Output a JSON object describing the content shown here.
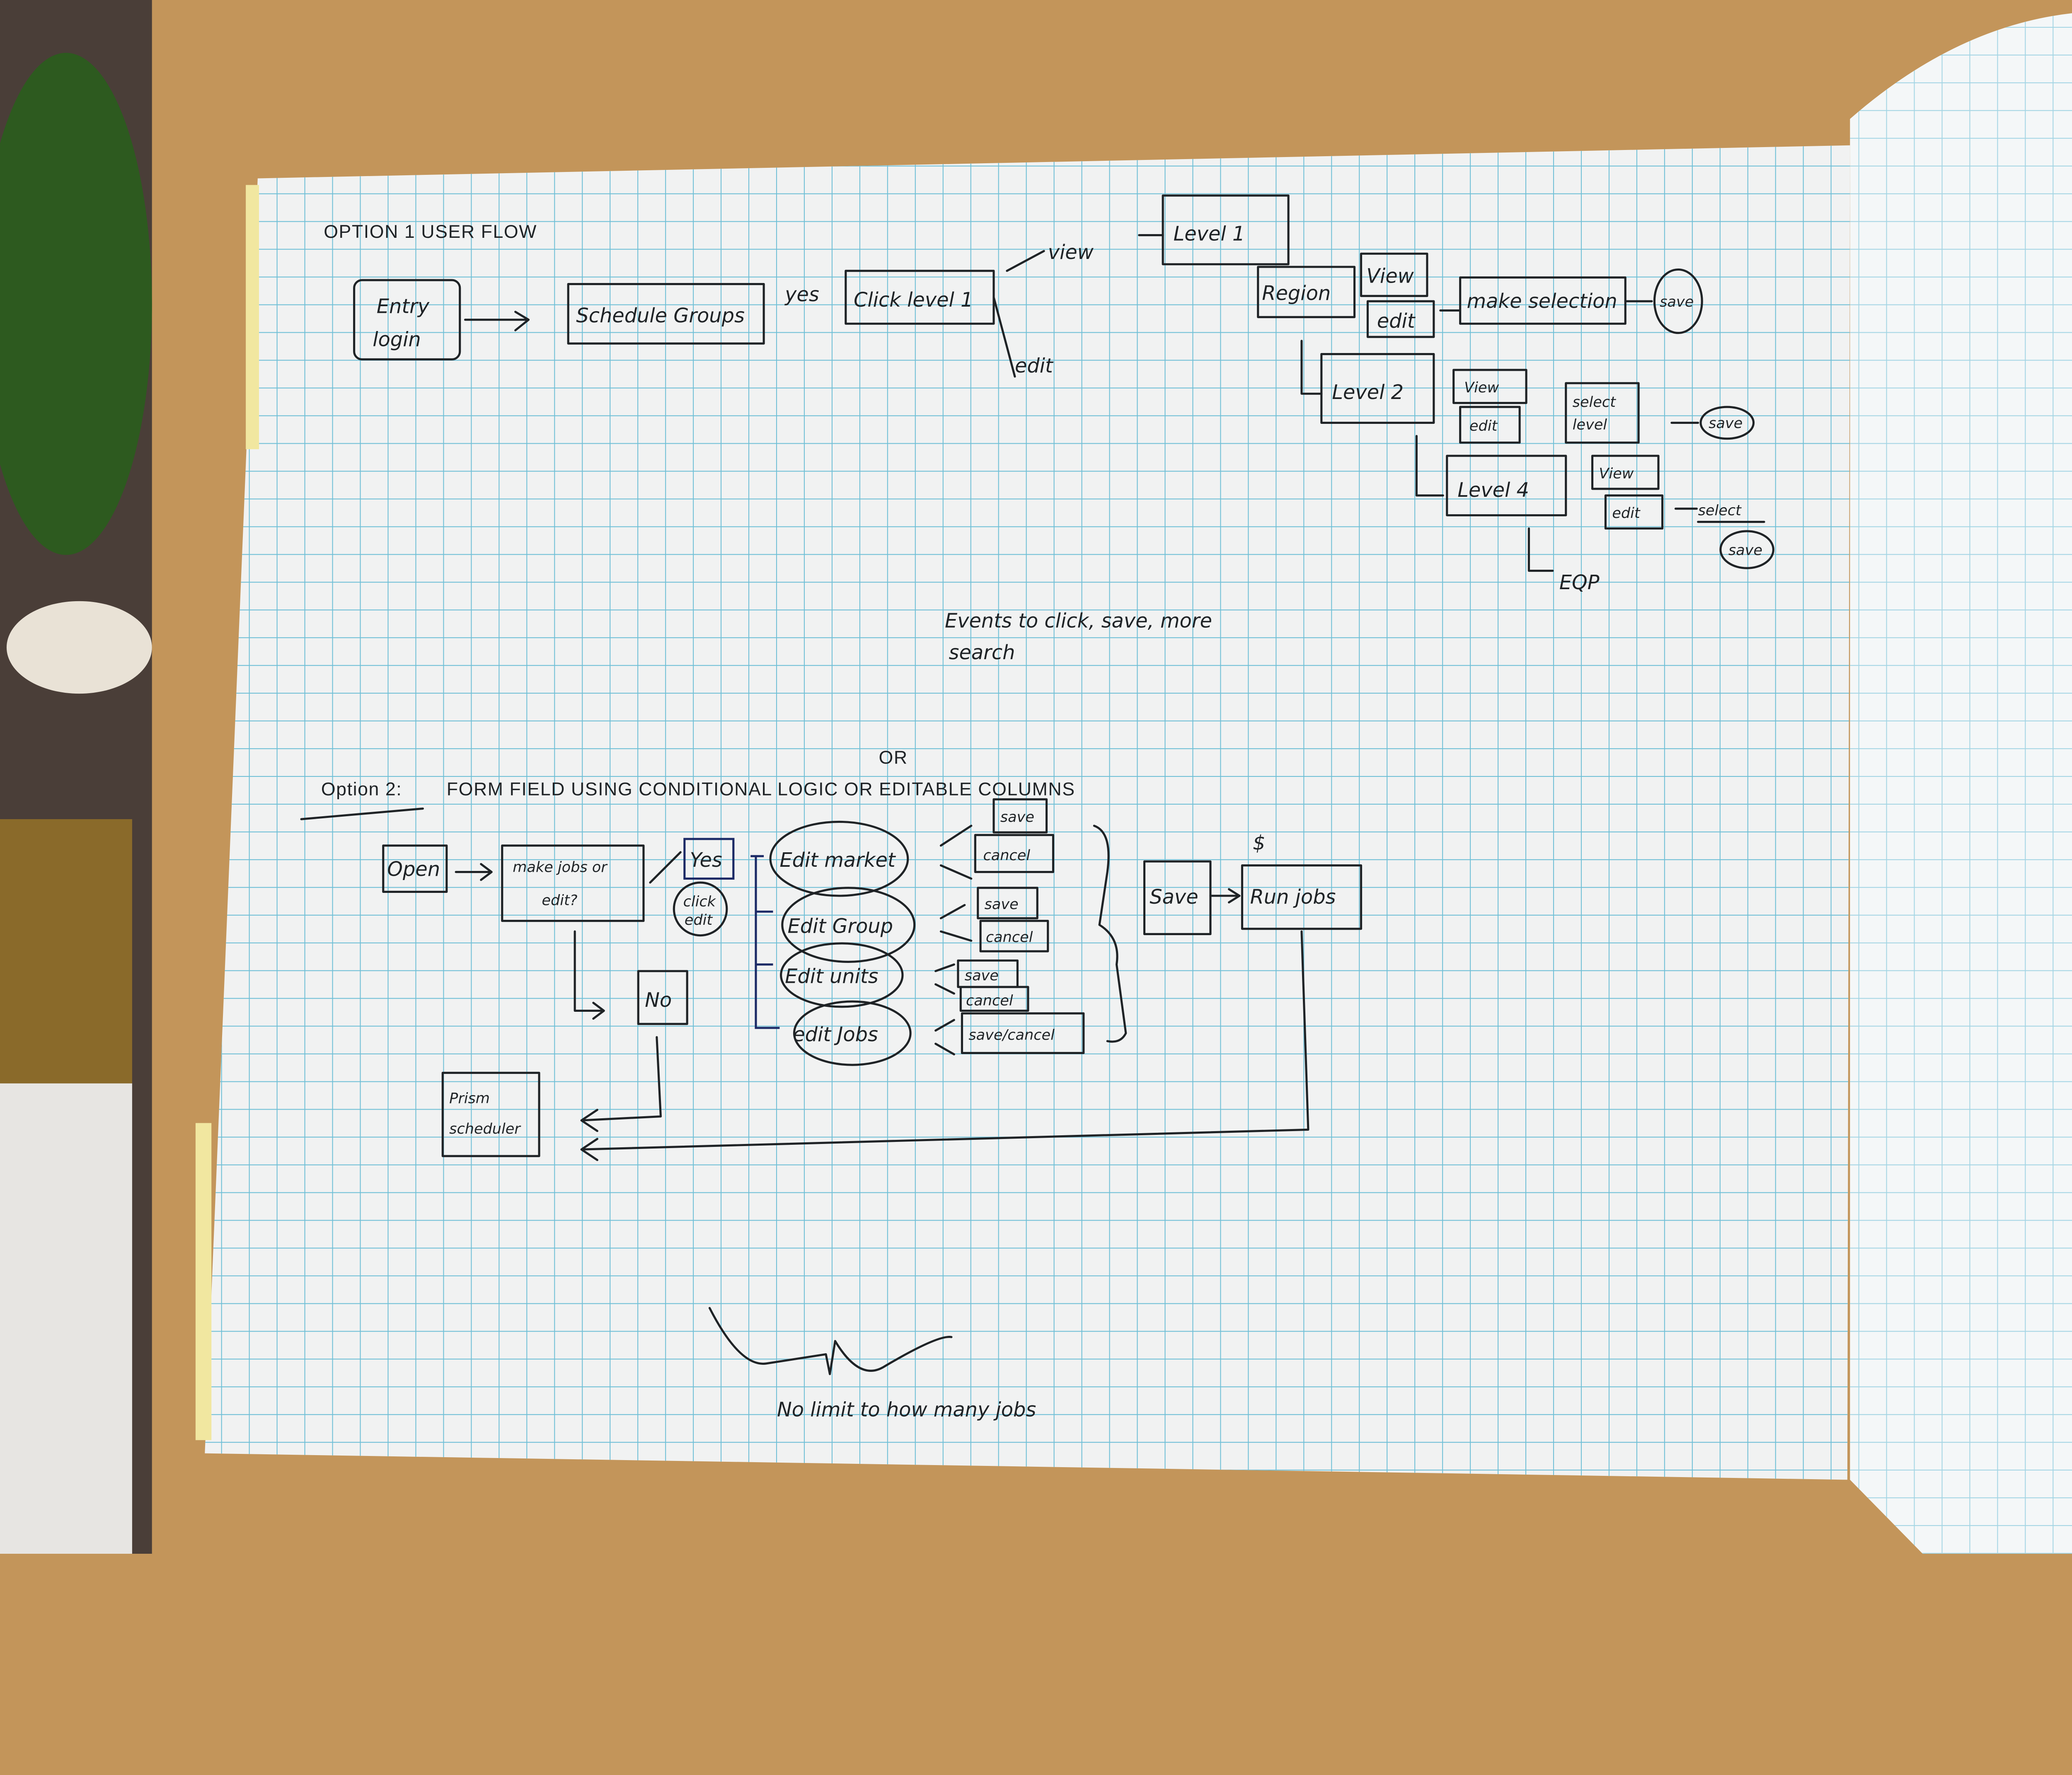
{
  "option1": {
    "title": "OPTION 1 USER FLOW",
    "entry_login": [
      "Entry",
      "login"
    ],
    "schedule_groups": "Schedule Groups",
    "yes": "yes",
    "click_level": "Click level 1",
    "view": "view",
    "edit": "edit",
    "level1": "Level 1",
    "region": "Region",
    "region_view": "View",
    "region_edit": "edit",
    "make_selection": "make selection",
    "save1": "save",
    "level2": "Level 2",
    "level2_view": "View",
    "level2_edit": "edit",
    "select_level": [
      "select",
      "level"
    ],
    "save2": "save",
    "level4": "Level 4",
    "level4_view": "View",
    "level4_edit": "edit",
    "select": "select",
    "save3": "save",
    "eqp": "EQP"
  },
  "note_events": [
    "Events to click, save, more",
    "search"
  ],
  "or_label": "OR",
  "option2": {
    "title_prefix": "Option 2:",
    "title": "FORM FIELD USING CONDITIONAL LOGIC OR EDITABLE COLUMNS",
    "open": "Open",
    "make_jobs": [
      "make jobs or",
      "edit?"
    ],
    "yes": "Yes",
    "click_edit": [
      "click",
      "edit"
    ],
    "no": "No",
    "edit_options": [
      "Edit market",
      "Edit Group",
      "Edit units",
      "edit Jobs"
    ],
    "save": "save",
    "cancel": "cancel",
    "save_cancel": "save/cancel",
    "save_button": "Save",
    "run_jobs": "Run jobs",
    "dollar": "$",
    "prism_scheduler": [
      "Prism",
      "scheduler"
    ]
  },
  "footer_note": "No limit to how many jobs"
}
